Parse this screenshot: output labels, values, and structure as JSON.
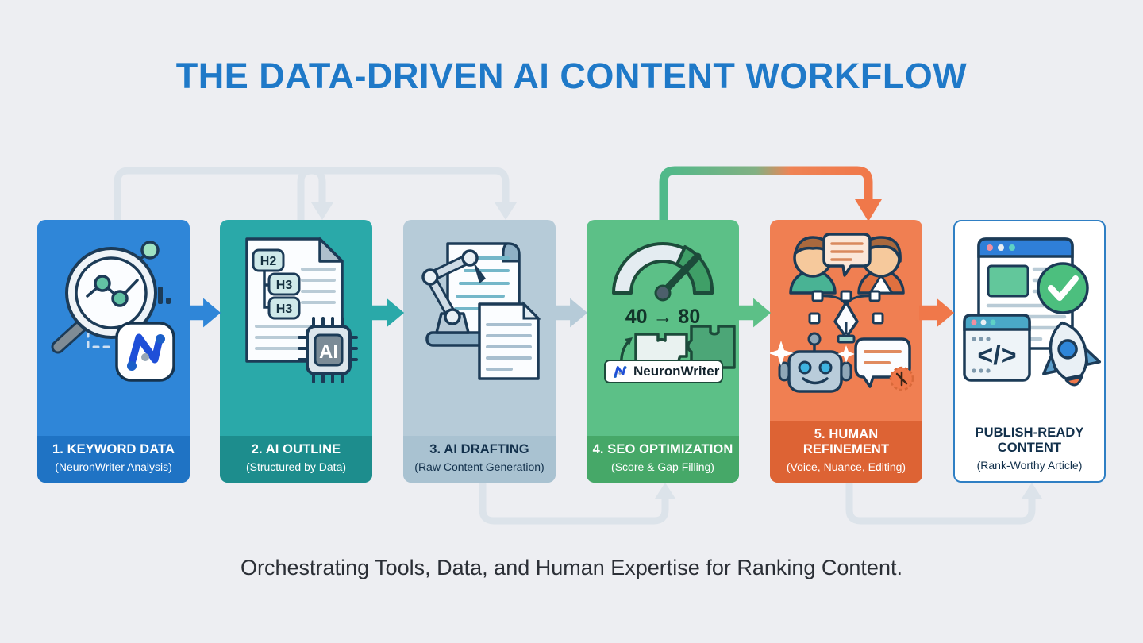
{
  "title": "THE DATA-DRIVEN AI CONTENT WORKFLOW",
  "caption": "Orchestrating Tools, Data, and Human Expertise for Ranking Content.",
  "colors": {
    "background": "#edeef2",
    "title": "#1f79c8",
    "card1": "#2f86d8",
    "card1_footer": "#1f73c4",
    "card2": "#2aa9a9",
    "card2_footer": "#1d8d8d",
    "card3": "#b6cbd8",
    "card3_footer": "#a9c2d1",
    "card4": "#5cc087",
    "card4_footer": "#46a868",
    "card5": "#f07f52",
    "card5_footer": "#dd6334",
    "card6_border": "#2f7fc4",
    "loop_arrow": "#dbe3ea",
    "caption": "#2b2f36"
  },
  "steps": [
    {
      "id": "keyword-data",
      "title": "1. KEYWORD DATA",
      "subtitle": "(NeuronWriter Analysis)",
      "icon": "magnifying-glass-data-icon",
      "brand_badge": "NeuronWriter"
    },
    {
      "id": "ai-outline",
      "title": "2. AI OUTLINE",
      "subtitle": "(Structured by Data)",
      "icon": "document-outline-chip-icon",
      "heading_tags": [
        "H2",
        "H3",
        "H3"
      ],
      "chip_label": "AI"
    },
    {
      "id": "ai-drafting",
      "title": "3. AI DRAFTING",
      "subtitle": "(Raw Content Generation)",
      "icon": "robot-arm-writing-icon"
    },
    {
      "id": "seo-optimization",
      "title": "4. SEO OPTIMIZATION",
      "subtitle": "(Score & Gap Filling)",
      "icon": "gauge-puzzle-icon",
      "gauge_label": "40 → 80",
      "score_from": 40,
      "score_to": 80,
      "brand_badge": "NeuronWriter"
    },
    {
      "id": "human-refinement",
      "title": "5. HUMAN REFINEMENT",
      "subtitle": "(Voice, Nuance, Editing)",
      "icon": "people-robot-chat-icon"
    },
    {
      "id": "publish-ready",
      "title": "PUBLISH-READY CONTENT",
      "subtitle": "(Rank-Worthy Article)",
      "icon": "browser-check-rocket-icon",
      "code_glyph": "</>"
    }
  ],
  "connectors": [
    {
      "id": "arrow-1-2",
      "from": "keyword-data",
      "to": "ai-outline",
      "color": "#2f86d8"
    },
    {
      "id": "arrow-2-3",
      "from": "ai-outline",
      "to": "ai-drafting",
      "color": "#2aa9a9"
    },
    {
      "id": "arrow-3-4",
      "from": "ai-drafting",
      "to": "seo-optimization",
      "color": "#b6cbd8"
    },
    {
      "id": "arrow-4-5",
      "from": "seo-optimization",
      "to": "human-refinement",
      "color": "#5cc087"
    },
    {
      "id": "arrow-5-6",
      "from": "human-refinement",
      "to": "publish-ready",
      "color": "#f07f52"
    }
  ],
  "feedback_loops": [
    {
      "id": "loop-top-1",
      "from": "keyword-data",
      "to": "ai-outline",
      "style": "muted"
    },
    {
      "id": "loop-top-2",
      "from": "ai-outline",
      "to": "ai-drafting",
      "style": "muted"
    },
    {
      "id": "loop-top-3",
      "from": "seo-optimization",
      "to": "human-refinement",
      "style": "gradient-green-orange"
    },
    {
      "id": "loop-bottom-1",
      "from": "ai-drafting",
      "to": "seo-optimization",
      "style": "muted"
    },
    {
      "id": "loop-bottom-2",
      "from": "human-refinement",
      "to": "publish-ready",
      "style": "muted"
    }
  ]
}
